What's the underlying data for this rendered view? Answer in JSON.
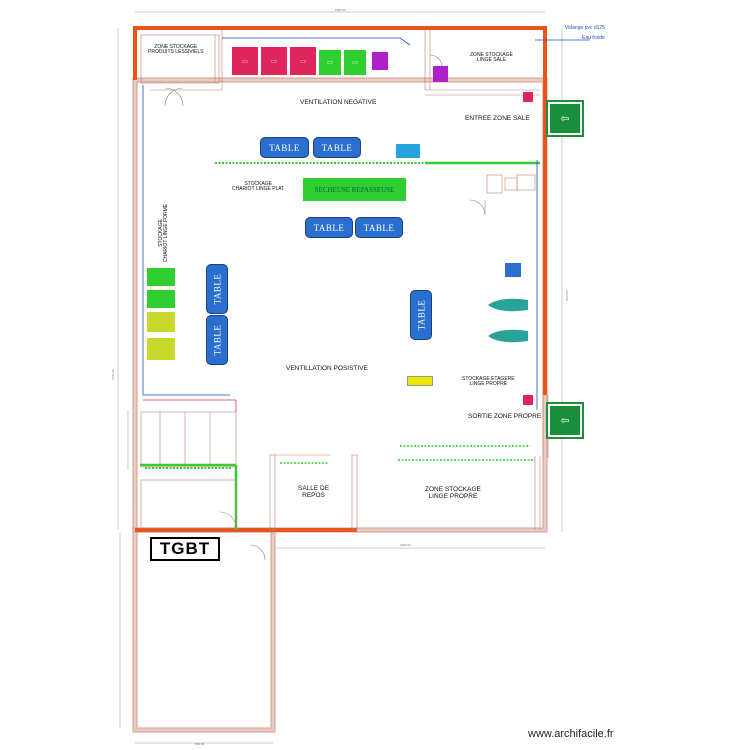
{
  "labels": {
    "vidange": "Vidange pvc d125",
    "eau_froide": "Eau froide",
    "zone_produits": "ZONE STOCKAGE\nPRODUITS LESSIVIELS",
    "zone_linge_sale": "ZONE STOCKAGE\nLINGE SALE",
    "ventilation_negative": "VENTILATION NEGATIVE",
    "entree_zone_sale": "ENTREE ZONE SALE",
    "stockage_chariot_plat": "STOCKAGE\nCHARIOT LINGE PLAT",
    "stockage_chariot_forme": "STOCKAGE\nCHARIOT LINGE FORME",
    "secheuse_repasseuse": "SECHEUSE REPASSEUSE",
    "ventilation_positive": "VENTILLATION POSISTIVE",
    "stockage_etageres": "STOCKAGE ETAGERE\nLINGE PROPRE",
    "sortie_zone_propre": "SORTIE ZONE PROPRE",
    "salle_repos": "SALLE DE\nREPOS",
    "zone_linge_propre": "ZONE STOCKAGE\nLINGE PROPRE",
    "tgbt": "TGBT",
    "watermark": "www.archifacile.fr"
  },
  "tables": {
    "t1": "TABLE",
    "t2": "TABLE",
    "t3": "TABLE",
    "t4": "TABLE",
    "t5": "TABLE",
    "t6": "TABLE",
    "t7": "TABLE"
  },
  "colors": {
    "wall_orange": "#e8541c",
    "partition_green": "#33cc33",
    "table_blue": "#2a6fd0",
    "washer_red": "#e0245e",
    "dryer_green": "#2fcf2f",
    "purple": "#b020c8",
    "yellow_green": "#c8d82a",
    "teal": "#27a39a",
    "exit_green": "#1a8f3a",
    "pipe_blue": "#1f4fbf",
    "dimension_gray": "#888888"
  }
}
